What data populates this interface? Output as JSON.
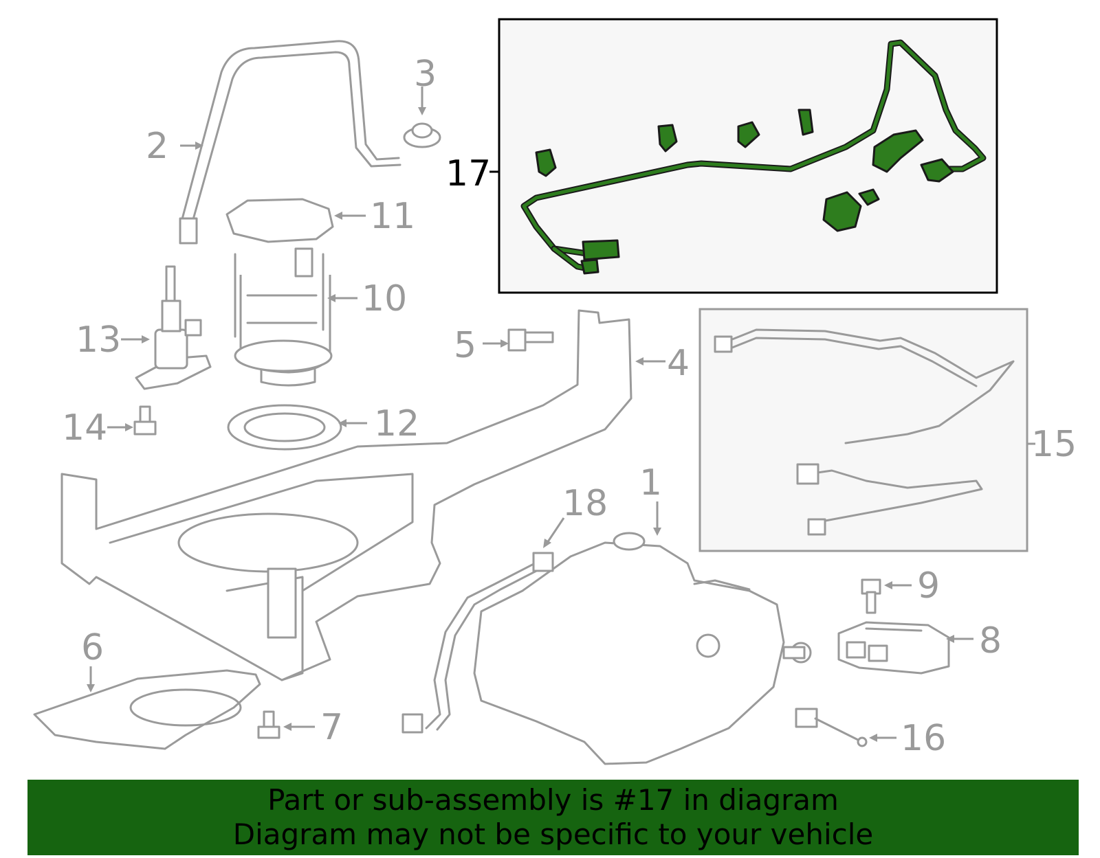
{
  "callouts": {
    "c1": "1",
    "c2": "2",
    "c3": "3",
    "c4": "4",
    "c5": "5",
    "c6": "6",
    "c7": "7",
    "c8": "8",
    "c9": "9",
    "c10": "10",
    "c11": "11",
    "c12": "12",
    "c13": "13",
    "c14": "14",
    "c15": "15",
    "c16": "16",
    "c17": "17",
    "c18": "18"
  },
  "highlight": {
    "callout": "17",
    "color": "#2e7d1e"
  },
  "banner": {
    "line1": "Part or sub-assembly is #17 in diagram",
    "line2": "Diagram may not be specific to your vehicle",
    "background": "#166410"
  }
}
